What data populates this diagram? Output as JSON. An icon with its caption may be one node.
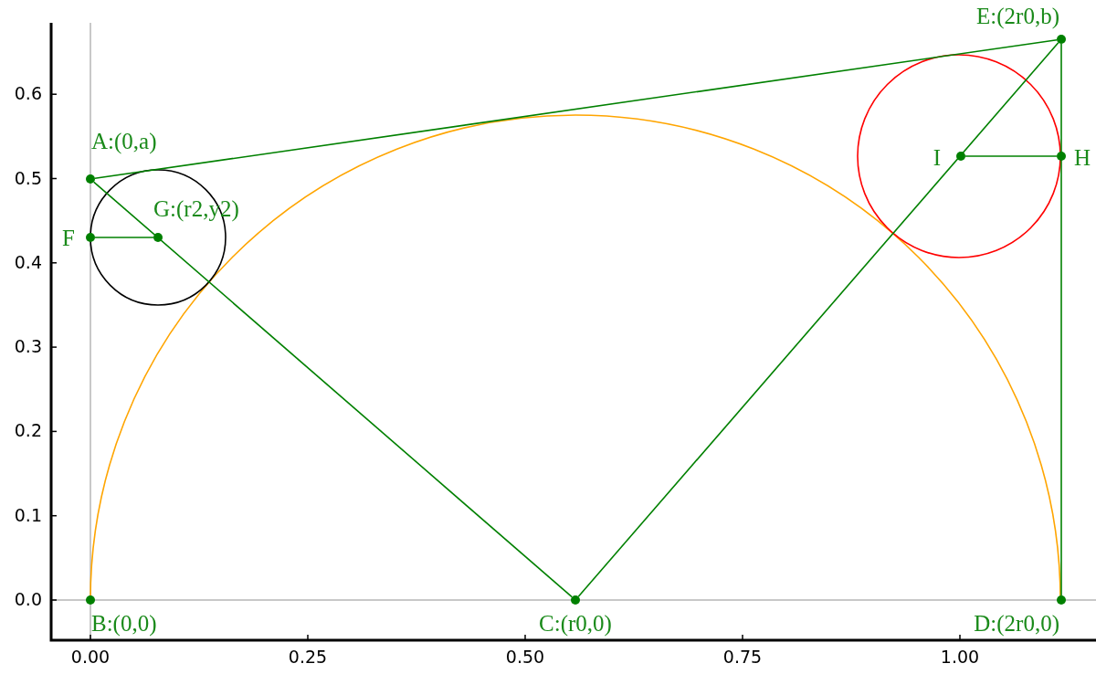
{
  "diagram": {
    "nodes": [
      {
        "text": [],
        "shape": "circle",
        "beside": [
          "A:(0,a)"
        ]
      },
      {
        "text": [],
        "shape": "circle",
        "beside": [
          "B:(0,0)"
        ]
      },
      {
        "text": [],
        "shape": "circle",
        "beside": [
          "C:(r0,0)"
        ]
      },
      {
        "text": [],
        "shape": "circle",
        "beside": [
          "D:(2r0,0)"
        ]
      },
      {
        "text": [],
        "shape": "circle",
        "beside": [
          "E:(2r0,b)"
        ]
      },
      {
        "text": [],
        "shape": "circle",
        "beside": [
          "F"
        ]
      },
      {
        "text": [],
        "shape": "circle",
        "beside": [
          "G:(r2,y2)"
        ]
      },
      {
        "text": [],
        "shape": "circle",
        "beside": [
          "H"
        ]
      },
      {
        "text": [],
        "shape": "circle",
        "beside": [
          "I"
        ]
      }
    ],
    "edges": [
      {
        "from": 0,
        "to": 4,
        "arrow": "none"
      },
      {
        "from": 0,
        "to": 2,
        "arrow": "none"
      },
      {
        "from": 2,
        "to": 4,
        "arrow": "none"
      },
      {
        "from": 4,
        "to": 3,
        "arrow": "none"
      },
      {
        "from": 5,
        "to": 6,
        "arrow": "none"
      },
      {
        "from": 8,
        "to": 7,
        "arrow": "none"
      }
    ],
    "labels": [
      "0.6",
      "0.5",
      "0.4",
      "0.3",
      "0.2",
      "0.1",
      "0.0",
      "0.00",
      "0.25",
      "0.50",
      "0.75",
      "1.00"
    ]
  }
}
